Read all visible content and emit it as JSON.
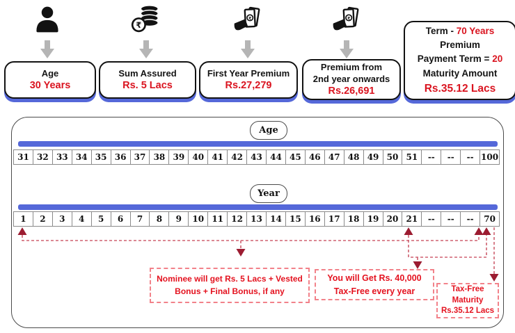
{
  "header": {
    "box1": {
      "icon": "person-icon",
      "title": "Age",
      "value": "30 Years"
    },
    "box2": {
      "icon": "rupee-coins-icon",
      "title": "Sum Assured",
      "value": "Rs. 5 Lacs"
    },
    "box3": {
      "icon": "hand-money-icon",
      "title": "First Year Premium",
      "value": "Rs.27,279"
    },
    "box4": {
      "icon": "hand-money-icon",
      "title_line1": "Premium from",
      "title_line2": "2nd year onwards",
      "value": "Rs.26,691"
    },
    "summary_box": {
      "line1_black": "Term  - ",
      "line1_red": "70 Years",
      "line2": "Premium",
      "line3_black": "Payment Term = ",
      "line3_red": "20",
      "line4": "Maturity Amount",
      "line5_red": "Rs.35.12 Lacs"
    }
  },
  "timeline": {
    "age_label": "Age",
    "age_cells": [
      "31",
      "32",
      "33",
      "34",
      "35",
      "36",
      "37",
      "38",
      "39",
      "40",
      "41",
      "42",
      "43",
      "44",
      "45",
      "46",
      "47",
      "48",
      "49",
      "50",
      "51",
      "--",
      "--",
      "--",
      "100"
    ],
    "year_label": "Year",
    "year_cells": [
      "1",
      "2",
      "3",
      "4",
      "5",
      "6",
      "7",
      "8",
      "9",
      "10",
      "11",
      "12",
      "13",
      "14",
      "15",
      "16",
      "17",
      "18",
      "19",
      "20",
      "21",
      "--",
      "--",
      "--",
      "70"
    ]
  },
  "annotations": {
    "nominee": [
      "Nominee will get Rs. 5 Lacs + Vested",
      "Bonus + Final Bonus, if any"
    ],
    "survival": [
      "You will Get Rs. 40,000",
      "Tax-Free every year"
    ],
    "maturity": [
      "Tax-Free",
      "Maturity",
      "Rs.35.12 Lacs"
    ]
  },
  "colors": {
    "accent_red": "#da1420",
    "annotation_red": "#e4121f",
    "arrowhead_dark_red": "#9c1c31",
    "connector_pink": "#cf6170",
    "bar_blue": "#5568d9",
    "gray_arrow": "#b5b5b5"
  }
}
